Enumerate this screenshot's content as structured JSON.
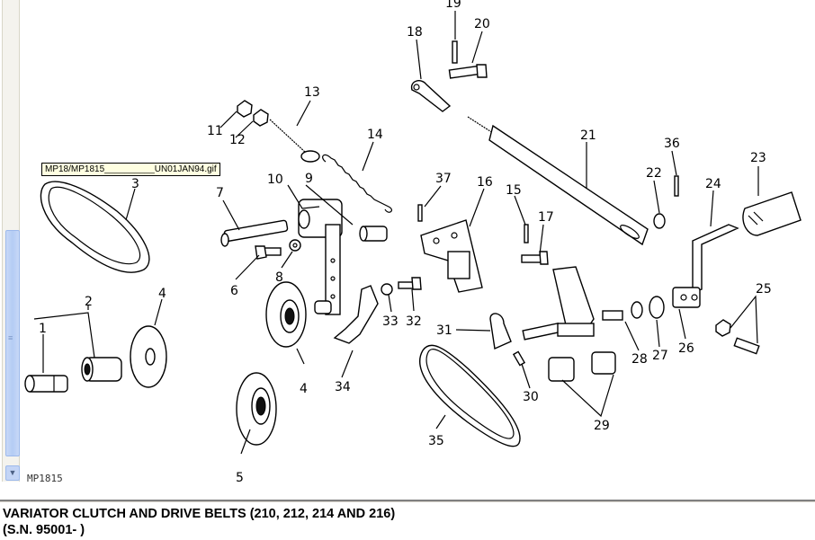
{
  "tooltip": "MP18/MP1815__________UN01JAN94.gif",
  "figure_id": "MP1815",
  "caption": {
    "line1": "VARIATOR CLUTCH AND DRIVE BELTS (210, 212, 214 AND 216)",
    "line2": "(S.N. 95001- )"
  },
  "part_numbers": [
    "1",
    "2",
    "3",
    "4",
    "4",
    "5",
    "6",
    "7",
    "8",
    "9",
    "10",
    "11",
    "12",
    "13",
    "14",
    "15",
    "16",
    "17",
    "18",
    "19",
    "20",
    "21",
    "22",
    "23",
    "24",
    "25",
    "26",
    "27",
    "28",
    "29",
    "30",
    "31",
    "32",
    "33",
    "34",
    "35",
    "36",
    "37"
  ]
}
